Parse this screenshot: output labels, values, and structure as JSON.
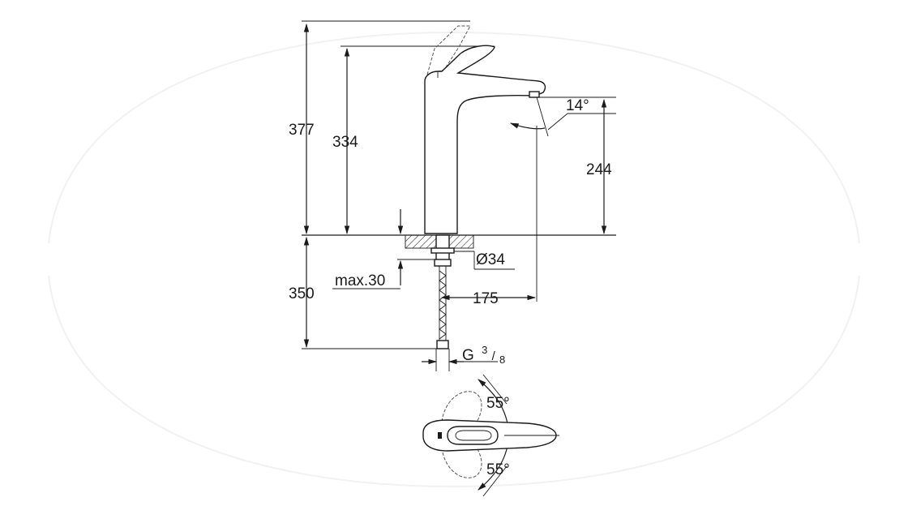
{
  "dimensions": {
    "total_height": "377",
    "lever_height": "334",
    "spout_height": "244",
    "below_deck": "350",
    "deck_thickness": "max.30",
    "bore_diameter": "Ø34",
    "reach": "175",
    "spout_angle": "14°",
    "thread_main": "G",
    "thread_num": "3",
    "thread_den": "8",
    "lever_angle_top": "55°",
    "lever_angle_bottom": "55°"
  }
}
